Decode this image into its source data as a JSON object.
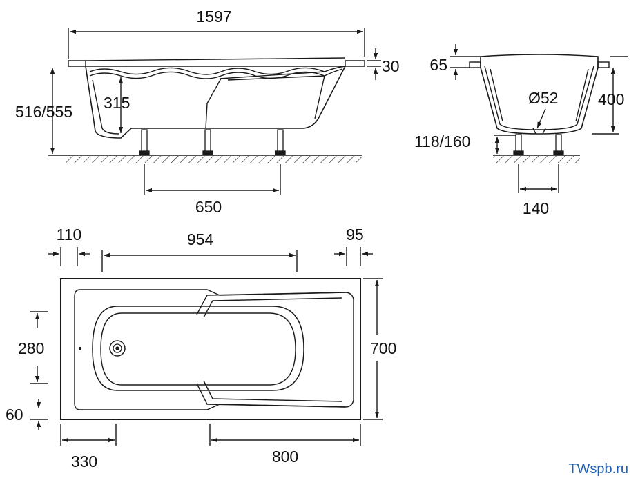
{
  "dimensions": {
    "length": "1597",
    "rim_thickness": "30",
    "height": "516/555",
    "inner_depth": "315",
    "leg_spacing_long": "650",
    "side_rim": "65",
    "side_height": "400",
    "drain_diameter": "Ø52",
    "leg_height": "118/160",
    "leg_spacing_short": "140",
    "rim_left": "110",
    "inner_length": "954",
    "rim_right": "95",
    "inner_width_segment": "280",
    "bottom_offset": "60",
    "width": "700",
    "drain_offset": "330",
    "bottom_length": "800"
  },
  "watermark": "TWspb.ru",
  "colors": {
    "line": "#1a1a1a",
    "text": "#111111",
    "watermark": "#1f5fae"
  }
}
